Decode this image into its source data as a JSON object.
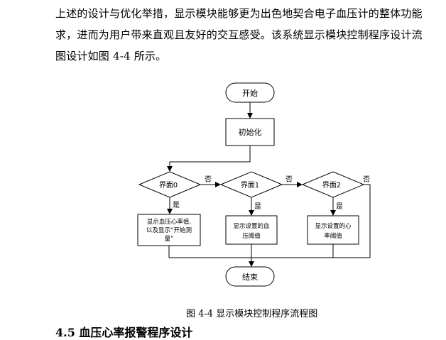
{
  "paragraph": {
    "line1": "上述的设计与优化举措，显示模块能够更为出色地契合电子血压计的整体功能",
    "line2": "求，进而为用户带来直观且友好的交互感受。该系统显示模块控制程序设计流",
    "line3": "图设计如图 4-4 所示。"
  },
  "flowchart": {
    "start": "开始",
    "init": "初始化",
    "decisions": [
      "界面0",
      "界面1",
      "界面2"
    ],
    "yes_label": "是",
    "no_label": "否",
    "actions": [
      [
        "显示血压心率值,",
        "以及显示“开始测",
        "量”"
      ],
      [
        "显示设置的血",
        "压阈值"
      ],
      [
        "显示设置的心",
        "率阈值"
      ]
    ],
    "end": "结束"
  },
  "caption": "图 4-4  显示模块控制程序流程图",
  "section_heading": "4.5  血压心率报警程序设计"
}
